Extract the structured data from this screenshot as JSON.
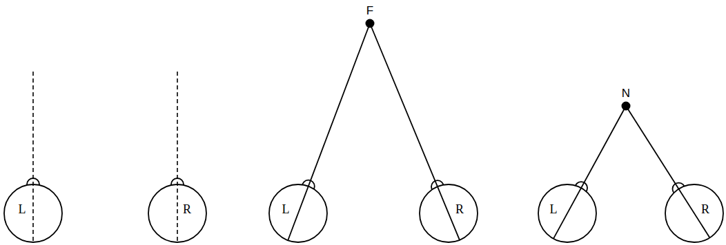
{
  "diagram": {
    "nodes": [
      {
        "text": [
          "L"
        ]
      },
      {
        "text": [
          "R"
        ]
      },
      {
        "text": [
          "L"
        ]
      },
      {
        "text": [
          "R"
        ]
      },
      {
        "text": [
          "L"
        ]
      },
      {
        "text": [
          "R"
        ]
      }
    ],
    "labels": [
      "F",
      "N"
    ]
  }
}
